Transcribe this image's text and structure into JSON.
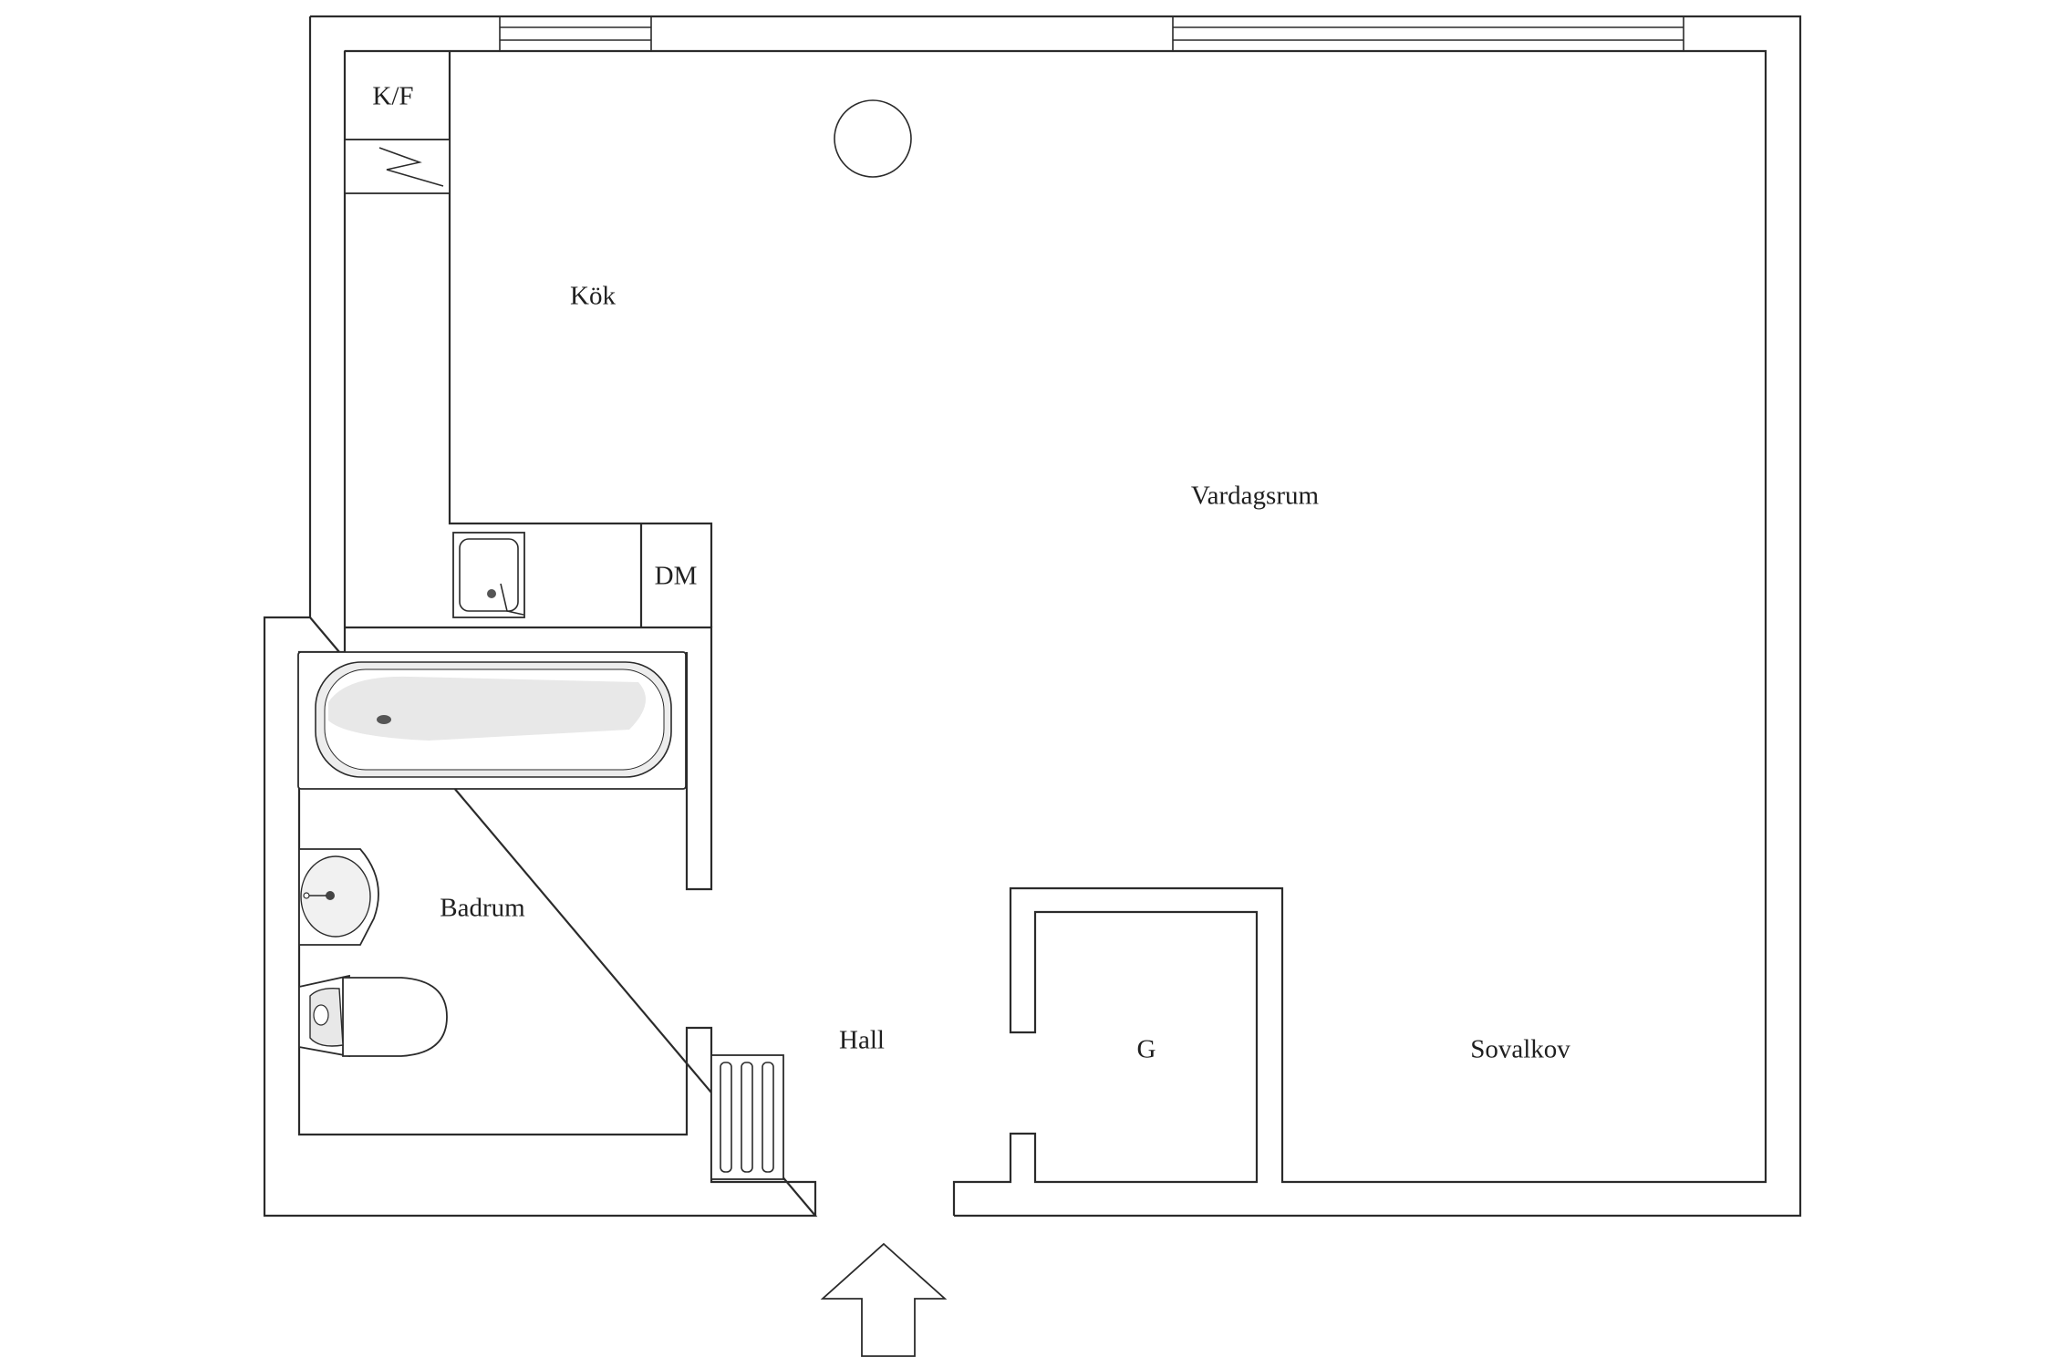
{
  "rooms": {
    "kf": "K/F",
    "kok": "Kök",
    "vardagsrum": "Vardagsrum",
    "dm": "DM",
    "badrum": "Badrum",
    "hall": "Hall",
    "g": "G",
    "sovalkov": "Sovalkov"
  },
  "colors": {
    "line": "#2b2b2b",
    "fixture_shade": "#e6e6e6",
    "background": "#ffffff"
  },
  "icons": {
    "entrance": "entrance-arrow-icon",
    "electrical": "electric-panel-icon",
    "lamp": "ceiling-lamp-icon",
    "sink": "kitchen-sink-icon",
    "bathtub": "bathtub-icon",
    "washbasin": "washbasin-icon",
    "toilet": "toilet-icon",
    "radiator": "radiator-icon"
  }
}
